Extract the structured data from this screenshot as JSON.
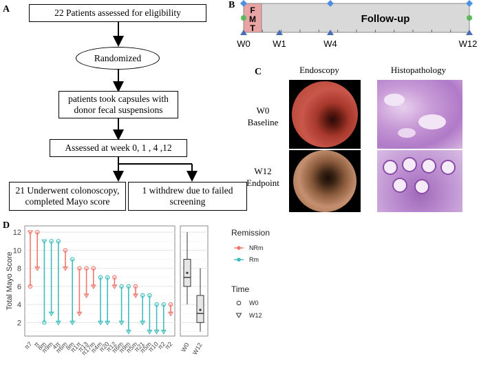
{
  "panels": {
    "a": "A",
    "b": "B",
    "c": "C",
    "d": "D"
  },
  "flow": {
    "eligibility": "22 Patients assessed for eligibility",
    "randomized": "Randomized",
    "capsules_line1": "patients took capsules with",
    "capsules_line2": "donor fecal suspensions",
    "assessed": "Assessed at week 0, 1 , 4 ,12",
    "colon_line1": "21 Underwent colonoscopy,",
    "colon_line2": "completed Mayo score",
    "withdrew_line1": "1 withdrew due to failed",
    "withdrew_line2": "screening"
  },
  "timeline": {
    "fmt_letters": [
      "F",
      "M",
      "T"
    ],
    "followup": "Follow-up",
    "ticks": [
      "W0",
      "W1",
      "W4",
      "W12"
    ],
    "colors": {
      "bar": "#d9d9d9",
      "fmt": "#e8a3a3",
      "diamond": "#4f8fe0",
      "triangle": "#4a6fb5",
      "dot": "#5cb85c"
    }
  },
  "imaging": {
    "col_endoscopy": "Endoscopy",
    "col_histo": "Histopathology",
    "row1_line1": "W0",
    "row1_line2": "Baseline",
    "row2_line1": "W12",
    "row2_line2": "Endpoint"
  },
  "chart_data": [
    {
      "type": "dumbbell",
      "ylabel": "Total Mayo Score",
      "ylim": [
        0.5,
        12.7
      ],
      "yticks": [
        2,
        4,
        6,
        8,
        10,
        12
      ],
      "categories": [
        "1",
        "7",
        "8",
        "9",
        "4",
        "6",
        "18",
        "3",
        "11",
        "13",
        "17",
        "14",
        "20",
        "12",
        "16",
        "19",
        "5",
        "21",
        "15",
        "10",
        "2"
      ],
      "categories_display": [
        "π7",
        "π",
        "8m",
        "π9m",
        "4π",
        "π6m",
        "8m",
        "π1π",
        "π13",
        "π17m",
        "π4m",
        "π20",
        "π12",
        "π6m",
        "π9m",
        "π5m",
        "π21",
        "π5m",
        "π10",
        "π2",
        "π2"
      ],
      "w0": [
        6,
        12,
        2,
        11,
        11,
        10,
        9,
        8,
        8,
        8,
        7,
        7,
        7,
        6,
        6,
        6,
        5,
        5,
        4,
        4,
        4
      ],
      "w12": [
        12,
        8,
        11,
        3,
        2,
        8,
        2,
        3,
        5,
        6,
        2,
        2,
        6,
        2,
        1,
        5,
        2,
        1,
        1,
        1,
        3
      ],
      "remission": [
        "NRm",
        "NRm",
        "Rm",
        "Rm",
        "Rm",
        "NRm",
        "Rm",
        "NRm",
        "NRm",
        "NRm",
        "Rm",
        "Rm",
        "NRm",
        "Rm",
        "Rm",
        "NRm",
        "Rm",
        "Rm",
        "Rm",
        "Rm",
        "NRm"
      ],
      "colors": {
        "NRm": "#f0776e",
        "Rm": "#3fbdbd"
      }
    },
    {
      "type": "box",
      "categories": [
        "W0",
        "W12"
      ],
      "boxes": [
        {
          "min": 4,
          "q1": 6,
          "median": 7,
          "q3": 9,
          "max": 12,
          "mean": 7.5
        },
        {
          "min": 1,
          "q1": 2,
          "median": 3,
          "q3": 5,
          "max": 8,
          "mean": 3.4
        }
      ]
    }
  ],
  "legend": {
    "remission_title": "Remission",
    "remission_items": [
      "NRm",
      "Rm"
    ],
    "time_title": "Time",
    "time_items": [
      "W0",
      "W12"
    ]
  }
}
